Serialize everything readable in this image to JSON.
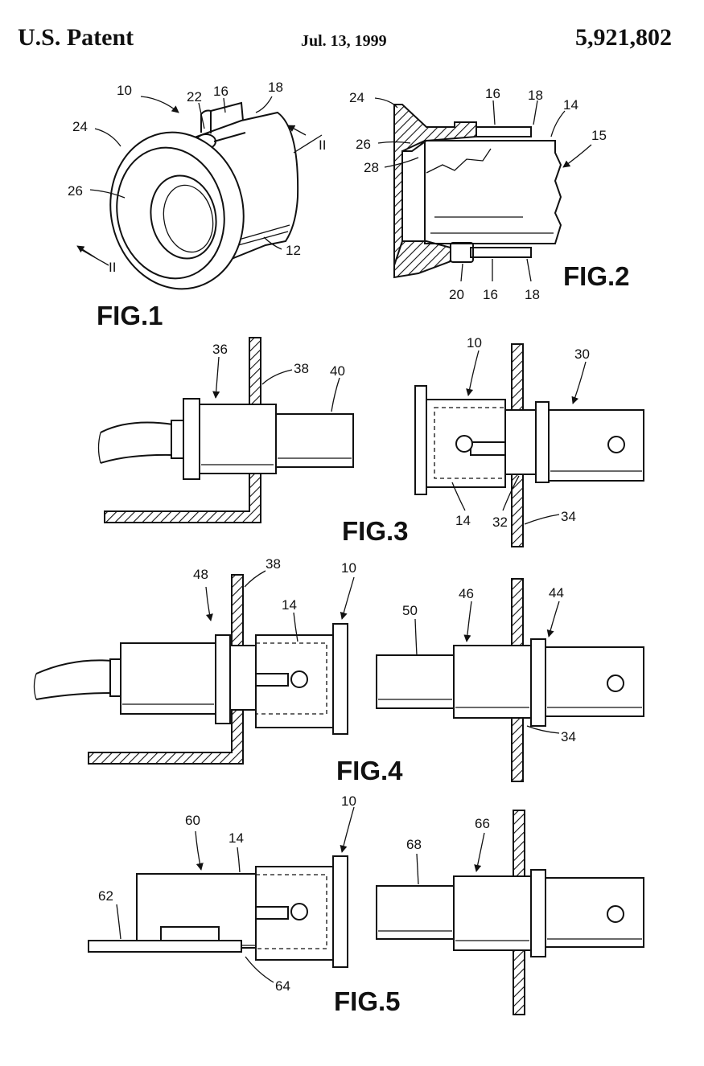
{
  "header": {
    "left": "U.S. Patent",
    "date": "Jul. 13, 1999",
    "number": "5,921,802"
  },
  "figures": {
    "fig1": {
      "label": "FIG.1",
      "refs": {
        "r10": "10",
        "r22": "22",
        "r16": "16",
        "r18": "18",
        "r24": "24",
        "r26": "26",
        "r12": "12",
        "sec_a": "II",
        "sec_b": "II"
      }
    },
    "fig2": {
      "label": "FIG.2",
      "refs": {
        "r24": "24",
        "r16": "16",
        "r18": "18",
        "r14": "14",
        "r15": "15",
        "r26": "26",
        "r28": "28",
        "r20": "20",
        "r16b": "16",
        "r18b": "18"
      }
    },
    "fig3": {
      "label": "FIG.3",
      "refs": {
        "r36": "36",
        "r38": "38",
        "r40": "40",
        "r10": "10",
        "r30": "30",
        "r14": "14",
        "r32": "32",
        "r34": "34"
      }
    },
    "fig4": {
      "label": "FIG.4",
      "refs": {
        "r48": "48",
        "r38": "38",
        "r10": "10",
        "r14": "14",
        "r46": "46",
        "r44": "44",
        "r50": "50",
        "r34": "34"
      }
    },
    "fig5": {
      "label": "FIG.5",
      "refs": {
        "r10": "10",
        "r60": "60",
        "r14": "14",
        "r66": "66",
        "r68": "68",
        "r62": "62",
        "r64": "64"
      }
    }
  }
}
